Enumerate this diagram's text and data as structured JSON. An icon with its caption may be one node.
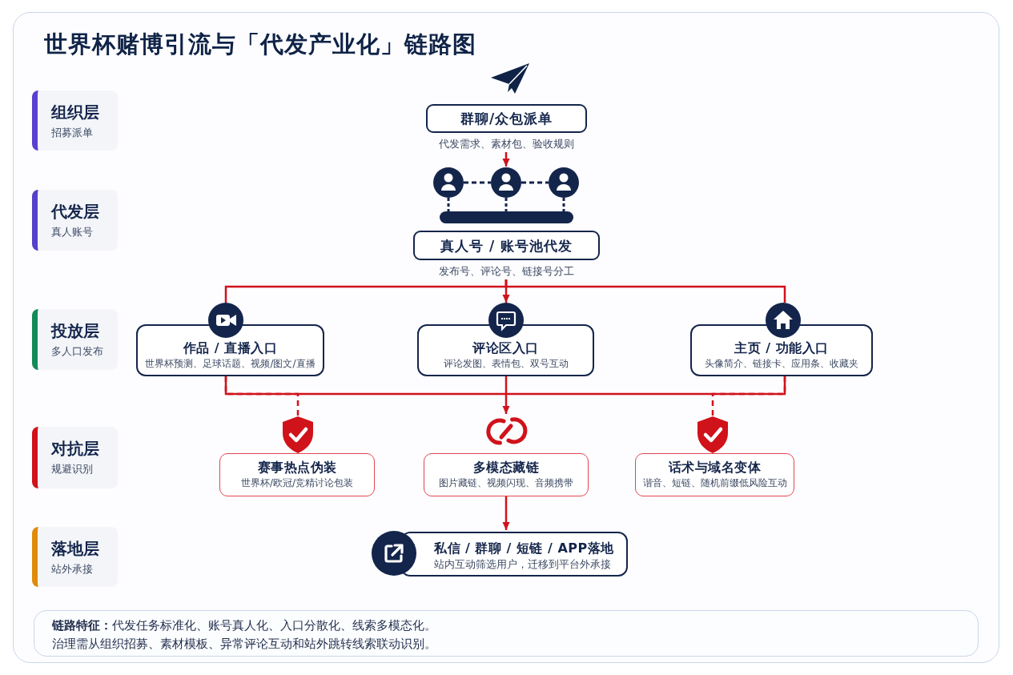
{
  "diagram": {
    "title": "世界杯赌博引流与「代发产业化」链路图",
    "nodes": [
      {
        "text": [
          "组织层",
          "招募派单"
        ]
      },
      {
        "text": [
          "代发层",
          "真人账号"
        ]
      },
      {
        "text": [
          "投放层",
          "多人口发布"
        ]
      },
      {
        "text": [
          "对抗层",
          "规避识别"
        ]
      },
      {
        "text": [
          "落地层",
          "站外承接"
        ]
      },
      {
        "text": [
          "群聊/众包派单"
        ],
        "beside": [
          "代发需求、素材包、验收规则"
        ]
      },
      {
        "text": [],
        "shape": "person"
      },
      {
        "text": [
          "真人号 / 账号池代发"
        ],
        "beside": [
          "发布号、评论号、链接号分工"
        ]
      },
      {
        "text": [
          "作品 / 直播入口",
          "世界杯预测、足球话题、视频/图文/直播"
        ]
      },
      {
        "text": [
          "评论区入口",
          "评论发图、表情包、双号互动"
        ]
      },
      {
        "text": [
          "主页 / 功能入口",
          "头像简介、链接卡、应用条、收藏夹"
        ]
      },
      {
        "text": [
          "赛事热点伪装",
          "世界杯/欧冠/竞精讨论包装"
        ]
      },
      {
        "text": [
          "多模态藏链",
          "图片藏链、视频闪现、音频携带"
        ]
      },
      {
        "text": [
          "话术与域名变体",
          "谐音、短链、随机前缀低风险互动"
        ]
      },
      {
        "text": [
          "私信 / 群聊 / 短链 / APP落地",
          "站内互动筛选用户，迁移到平台外承接"
        ]
      },
      {
        "text": [
          "**链路特征：**代发任务标准化、账号真人化、入口分散化、线索多模态化。",
          "治理需从组织招募、素材模板、异常评论互动和站外跳转线索联动识别。"
        ]
      }
    ],
    "edges": [
      {
        "from": 5,
        "to": 6,
        "arrow": "to"
      },
      {
        "from": 7,
        "to": 8,
        "arrow": "none"
      },
      {
        "from": 7,
        "to": 9,
        "arrow": "to"
      },
      {
        "from": 7,
        "to": 10,
        "arrow": "none"
      },
      {
        "from": 8,
        "to": 10,
        "arrow": "none"
      },
      {
        "from": 9,
        "to": 12,
        "arrow": "to"
      },
      {
        "from": 8,
        "to": 11,
        "arrow": "none",
        "style": "dashed"
      },
      {
        "from": 10,
        "to": 13,
        "arrow": "none",
        "style": "dashed"
      },
      {
        "from": 12,
        "to": 14,
        "arrow": "to"
      }
    ]
  }
}
